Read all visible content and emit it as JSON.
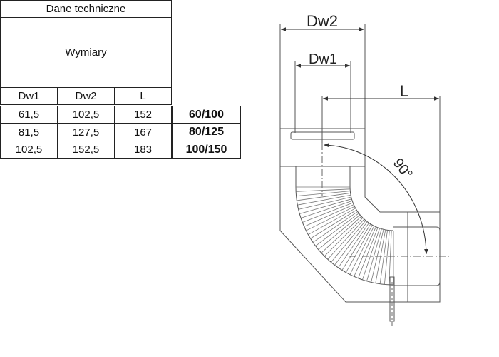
{
  "table": {
    "title": "Dane techniczne",
    "section": "Wymiary",
    "headers": [
      "Dw1",
      "Dw2",
      "L"
    ],
    "rows": [
      {
        "dw1": "61,5",
        "dw2": "102,5",
        "l": "152",
        "size": "60/100"
      },
      {
        "dw1": "81,5",
        "dw2": "127,5",
        "l": "167",
        "size": "80/125"
      },
      {
        "dw1": "102,5",
        "dw2": "152,5",
        "l": "183",
        "size": "100/150"
      }
    ]
  },
  "drawing": {
    "dw2_label": "Dw2",
    "dw1_label": "Dw1",
    "l_label": "L",
    "angle_label": "90°"
  }
}
